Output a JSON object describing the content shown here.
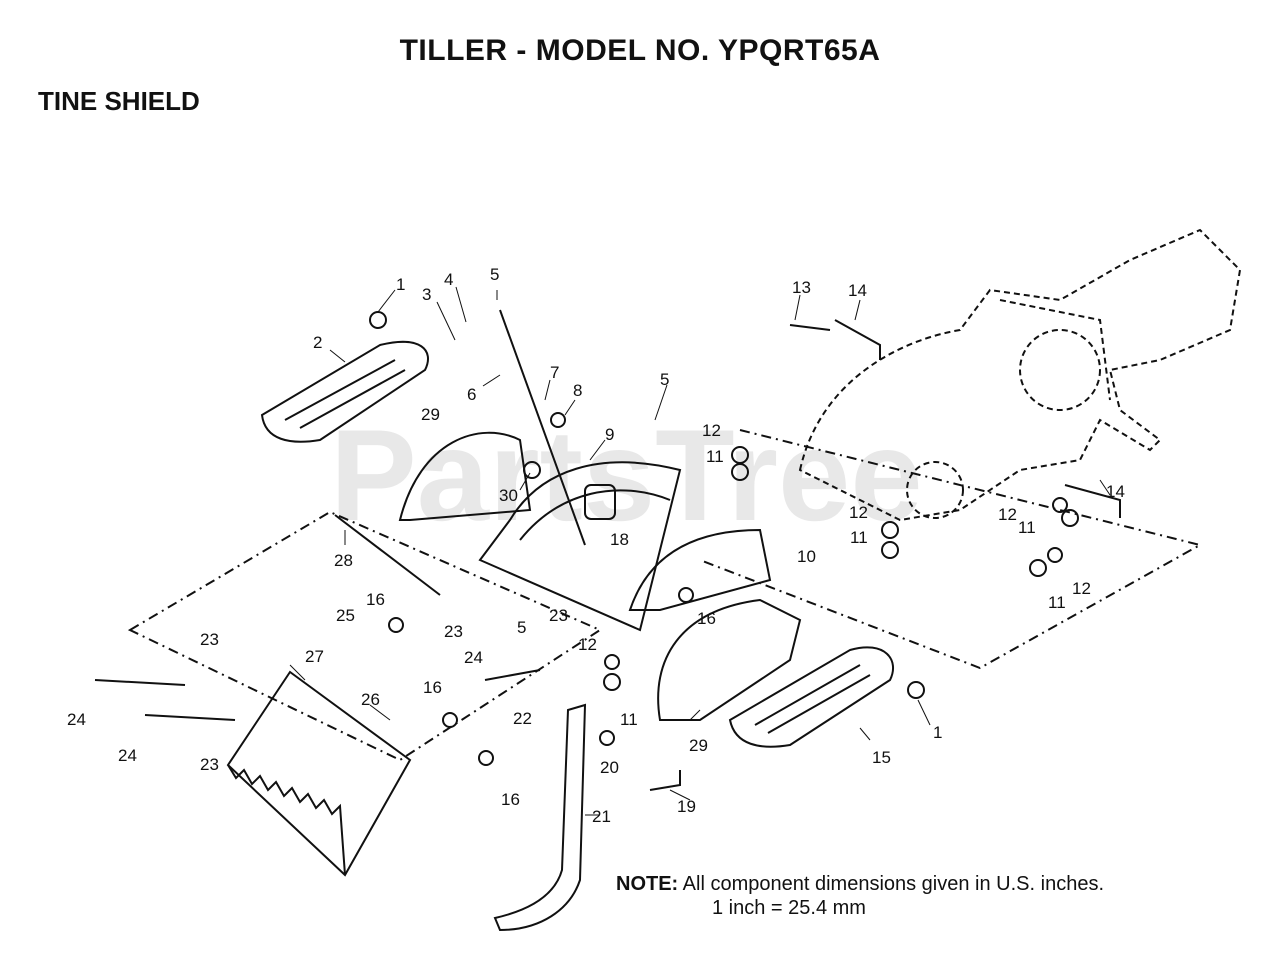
{
  "header": {
    "title": "TILLER - MODEL NO. YPQRT65A",
    "section": "TINE SHIELD"
  },
  "watermark": "PartsTree",
  "part_labels": {
    "p1a": "1",
    "p1b": "1",
    "p2": "2",
    "p3": "3",
    "p4": "4",
    "p5a": "5",
    "p5b": "5",
    "p5c": "5",
    "p6": "6",
    "p7": "7",
    "p8": "8",
    "p9": "9",
    "p10": "10",
    "p11a": "11",
    "p11b": "11",
    "p11c": "11",
    "p11d": "11",
    "p11e": "11",
    "p12a": "12",
    "p12b": "12",
    "p12c": "12",
    "p12d": "12",
    "p12e": "12",
    "p13": "13",
    "p14a": "14",
    "p14b": "14",
    "p15": "15",
    "p16a": "16",
    "p16b": "16",
    "p16c": "16",
    "p16d": "16",
    "p18": "18",
    "p19": "19",
    "p20": "20",
    "p21": "21",
    "p22": "22",
    "p23a": "23",
    "p23b": "23",
    "p23c": "23",
    "p23d": "23",
    "p24a": "24",
    "p24b": "24",
    "p24c": "24",
    "p25": "25",
    "p26": "26",
    "p27": "27",
    "p28": "28",
    "p29a": "29",
    "p29b": "29",
    "p30": "30"
  },
  "note": {
    "label": "NOTE:",
    "line1": "All component dimensions given in U.S. inches.",
    "line2": "1 inch = 25.4 mm"
  }
}
